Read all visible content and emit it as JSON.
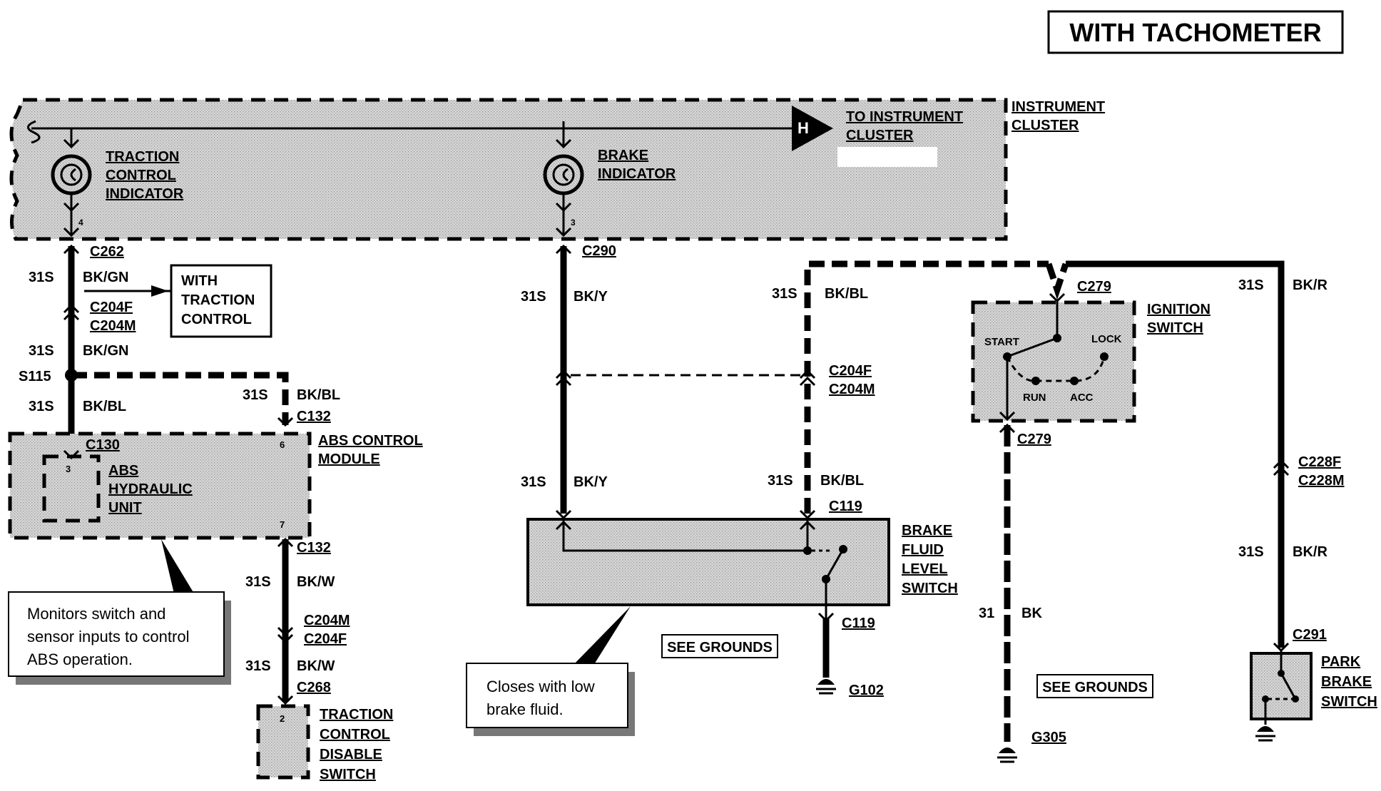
{
  "title": "WITH TACHOMETER",
  "instrument_cluster": {
    "label_line1": "INSTRUMENT",
    "label_line2": "CLUSTER",
    "connector_letter": "H",
    "to_cluster_line1": "TO INSTRUMENT",
    "to_cluster_line2": "CLUSTER"
  },
  "traction_indicator": {
    "line1": "TRACTION",
    "line2": "CONTROL",
    "line3": "INDICATOR",
    "pin": "4"
  },
  "brake_indicator": {
    "line1": "BRAKE",
    "line2": "INDICATOR",
    "pin": "3"
  },
  "left_branch": {
    "c262": "C262",
    "circuit_1": "31S",
    "color_1": "BK/GN",
    "with_tc_line1": "WITH",
    "with_tc_line2": "TRACTION",
    "with_tc_line3": "CONTROL",
    "c204f": "C204F",
    "c204m": "C204M",
    "circuit_2": "31S",
    "color_2": "BK/GN",
    "splice": "S115",
    "circuit_3": "31S",
    "color_3": "BK/BL",
    "circuit_4": "31S",
    "color_4": "BK/BL",
    "c132_top": "C132",
    "c130": "C130",
    "pin_3": "3",
    "pin_6": "6",
    "pin_7": "7",
    "abs_unit_line1": "ABS",
    "abs_unit_line2": "HYDRAULIC",
    "abs_unit_line3": "UNIT",
    "abs_module_line1": "ABS CONTROL",
    "abs_module_line2": "MODULE",
    "c132_bottom": "C132",
    "circuit_5": "31S",
    "color_5": "BK/W",
    "c204m_b": "C204M",
    "c204f_b": "C204F",
    "circuit_6": "31S",
    "color_6": "BK/W",
    "c268": "C268",
    "pin_2": "2",
    "tcd_line1": "TRACTION",
    "tcd_line2": "CONTROL",
    "tcd_line3": "DISABLE",
    "tcd_line4": "SWITCH",
    "monitor_note_line1": "Monitors switch and",
    "monitor_note_line2": "sensor inputs to control",
    "monitor_note_line3": "ABS operation."
  },
  "middle_branch": {
    "c290": "C290",
    "circuit_1": "31S",
    "color_1": "BK/Y",
    "circuit_2": "31S",
    "color_2": "BK/Y",
    "circuit_3": "31S",
    "color_3": "BK/BL",
    "c204f": "C204F",
    "c204m": "C204M",
    "circuit_4": "31S",
    "color_4": "BK/BL",
    "c119_top": "C119",
    "bfl_line1": "BRAKE",
    "bfl_line2": "FLUID",
    "bfl_line3": "LEVEL",
    "bfl_line4": "SWITCH",
    "c119_bottom": "C119",
    "see_grounds": "SEE GROUNDS",
    "g102": "G102",
    "fluid_note_line1": "Closes with low",
    "fluid_note_line2": "brake fluid."
  },
  "right_branch": {
    "c279_top": "C279",
    "ign_line1": "IGNITION",
    "ign_line2": "SWITCH",
    "pos_start": "START",
    "pos_lock": "LOCK",
    "pos_run": "RUN",
    "pos_acc": "ACC",
    "c279_bottom": "C279",
    "circuit_31": "31",
    "color_bk": "BK",
    "see_grounds": "SEE GROUNDS",
    "g305": "G305",
    "circuit_1": "31S",
    "color_1": "BK/R",
    "c228f": "C228F",
    "c228m": "C228M",
    "circuit_2": "31S",
    "color_2": "BK/R",
    "c291": "C291",
    "park_line1": "PARK",
    "park_line2": "BRAKE",
    "park_line3": "SWITCH"
  }
}
